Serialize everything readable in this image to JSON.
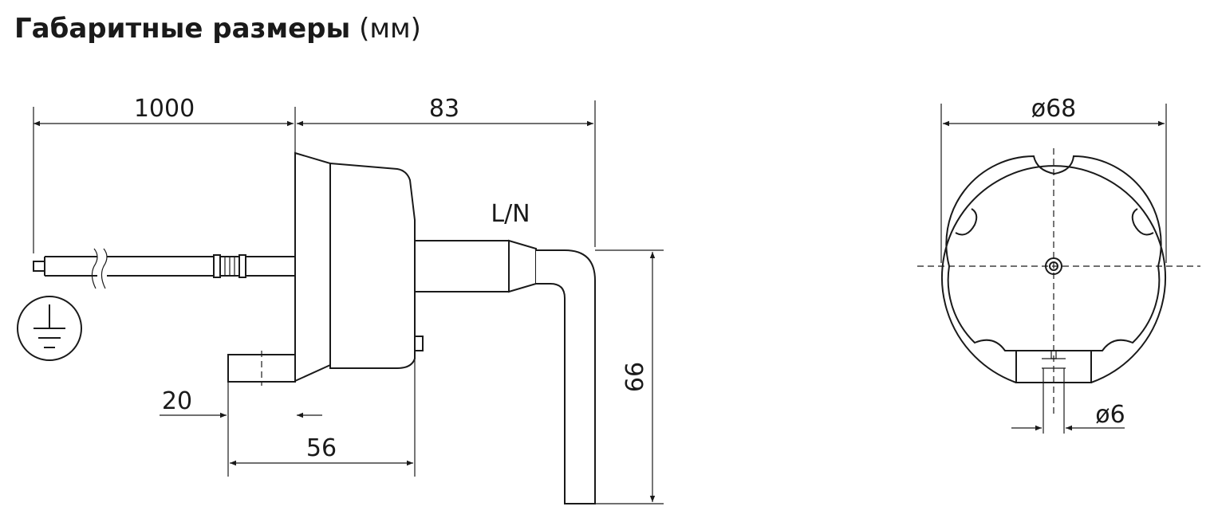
{
  "title": {
    "bold": "Габаритные размеры",
    "unit": "(мм)"
  },
  "side_view": {
    "dim_cable": "1000",
    "dim_length": "83",
    "dim_pin": "20",
    "dim_body": "56",
    "dim_height": "66",
    "connector_label": "L/N",
    "ground_symbol": "ground-icon"
  },
  "front_view": {
    "dim_diameter": "ø68",
    "dim_pin_diameter": "ø6"
  }
}
